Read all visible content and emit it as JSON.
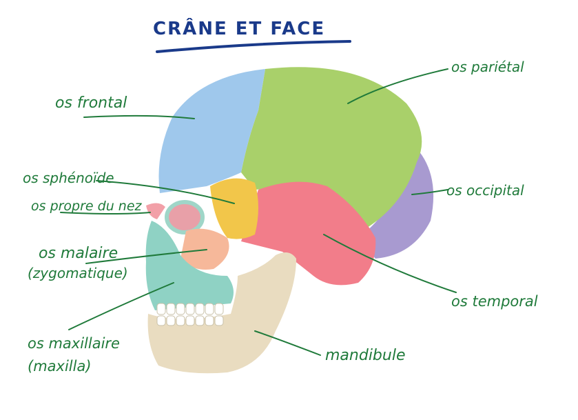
{
  "title": "CRÂNE ET FACE",
  "labels": {
    "frontal": "os frontal",
    "parietal": "os pariétal",
    "sphenoide": "os sphénoïde",
    "propre_nez": "os propre du nez",
    "occipital": "os occipital",
    "malaire": "os malaire",
    "zygomatique": "(zygomatique)",
    "temporal": "os temporal",
    "maxillaire": "os maxillaire",
    "maxilla": "(maxilla)",
    "mandibule": "mandibule"
  },
  "colors": {
    "ink_green": "#1f7a3a",
    "ink_blue": "#1a3a8a",
    "frontal": "#9fc8ec",
    "parietal": "#a9d06a",
    "sphenoide": "#f2c64a",
    "temporal": "#f27d8a",
    "occipital": "#a89ad0",
    "zygomatic": "#f6b89a",
    "maxilla": "#8fd2c4",
    "mandible": "#e9dcc0",
    "nasal": "#f2a0a8"
  }
}
